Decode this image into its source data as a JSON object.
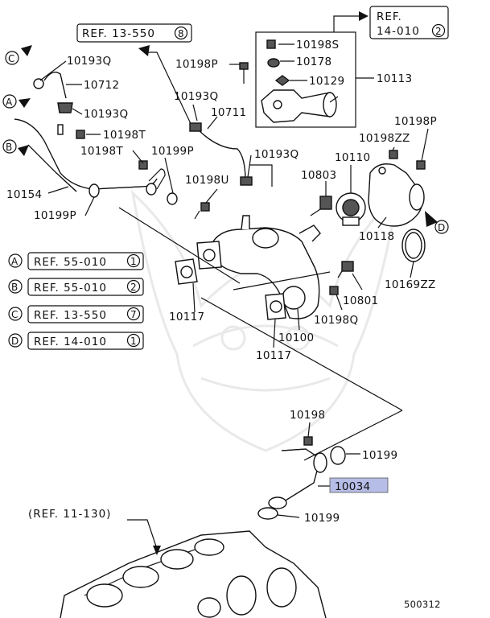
{
  "diagram_id": "500312",
  "part_labels": {
    "p10193Q_a": "10193Q",
    "p10712": "10712",
    "p10193Q_b": "10193Q",
    "p10198T_a": "10198T",
    "p10198T_b": "10198T",
    "p10199P_a": "10199P",
    "p10154": "10154",
    "p10199P_b": "10199P",
    "p10198P_a": "10198P",
    "p10193Q_c": "10193Q",
    "p10711": "10711",
    "p10193Q_d": "10193Q",
    "p10198U": "10198U",
    "p10198S": "10198S",
    "p10178": "10178",
    "p10129": "10129",
    "p10113": "10113",
    "p10198P_b": "10198P",
    "p10198ZZ": "10198ZZ",
    "p10110": "10110",
    "p10803": "10803",
    "p10118": "10118",
    "p10169ZZ": "10169ZZ",
    "p10801": "10801",
    "p10198Q": "10198Q",
    "p10117_a": "10117",
    "p10100": "10100",
    "p10117_b": "10117",
    "p10198": "10198",
    "p10199_a": "10199",
    "p10034": "10034",
    "p10199_b": "10199",
    "p11130": "(REF. 11-130)"
  },
  "references": {
    "top_ref_1": {
      "text": "REF. 13-550",
      "num": "8"
    },
    "top_ref_2": {
      "line1": "REF.",
      "line2": "14-010",
      "num": "2"
    }
  },
  "legend": [
    {
      "letter": "A",
      "text": "REF. 55-010",
      "num": "1"
    },
    {
      "letter": "B",
      "text": "REF. 55-010",
      "num": "2"
    },
    {
      "letter": "C",
      "text": "REF. 13-550",
      "num": "7"
    },
    {
      "letter": "D",
      "text": "REF. 14-010",
      "num": "1"
    }
  ],
  "connectors": {
    "A": "A",
    "B": "B",
    "C": "C",
    "D": "D"
  },
  "highlight_color": "#b6bde6"
}
